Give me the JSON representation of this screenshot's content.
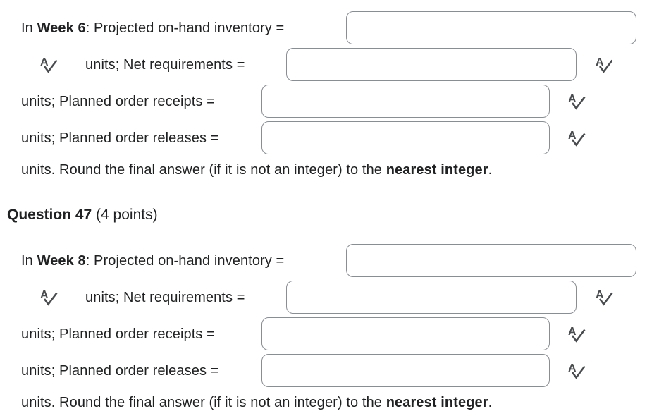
{
  "colors": {
    "background": "#ffffff",
    "text": "#202122",
    "input_border": "#898e92",
    "icon": "#494c4e"
  },
  "icons": {
    "spellcheck-icon": "A✓"
  },
  "question_heading": {
    "title": "Question 47",
    "points": "(4 points)"
  },
  "blocks": [
    {
      "intro": "In",
      "week": "Week 6",
      "projected_label": ": Projected on-hand inventory =",
      "net_label": "units; Net requirements =",
      "receipts_label": "units; Planned order receipts =",
      "releases_label": "units; Planned order releases =",
      "closing_text": "units. Round the final answer (if it is not an integer) to the",
      "closing_bold": "nearest integer",
      "closing_end": ".",
      "inputs": {
        "projected": "",
        "net": "",
        "receipts": "",
        "releases": ""
      }
    },
    {
      "intro": "In",
      "week": "Week 8",
      "projected_label": ": Projected on-hand inventory =",
      "net_label": "units; Net requirements =",
      "receipts_label": "units; Planned order receipts =",
      "releases_label": "units; Planned order releases =",
      "closing_text": "units. Round the final answer (if it is not an integer) to the",
      "closing_bold": "nearest integer",
      "closing_end": ".",
      "inputs": {
        "projected": "",
        "net": "",
        "receipts": "",
        "releases": ""
      }
    }
  ]
}
